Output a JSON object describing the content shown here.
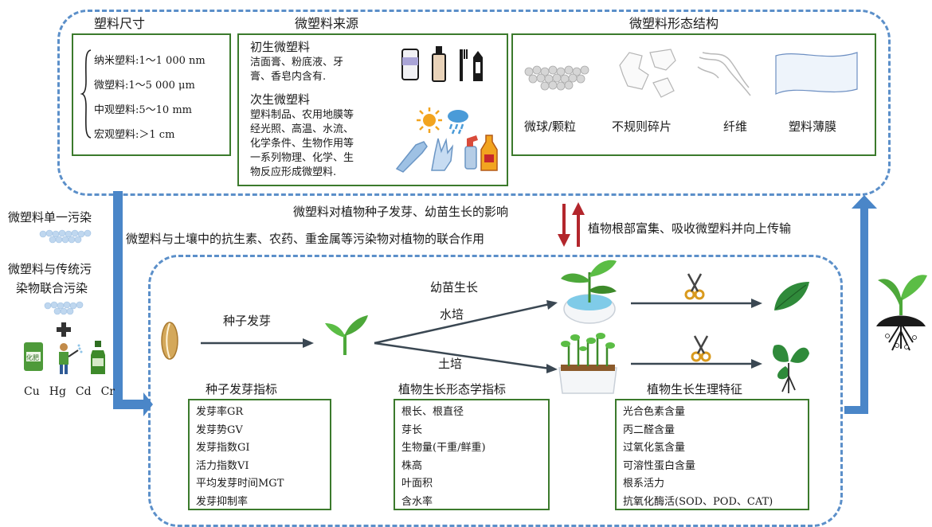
{
  "size": {
    "title": "塑料尺寸",
    "items": [
      "纳米塑料:1～1 000 nm",
      "微塑料:1～5 000 μm",
      "中观塑料:5～10 mm",
      "宏观塑料:＞1 cm"
    ]
  },
  "source": {
    "title": "微塑料来源",
    "primary_title": "初生微塑料",
    "primary_lines": [
      "洁面膏、粉底液、牙",
      "膏、香皂内含有."
    ],
    "secondary_title": "次生微塑料",
    "secondary_lines": [
      "塑料制品、农用地膜等",
      "经光照、高温、水流、",
      "化学条件、生物作用等",
      "一系列物理、化学、生",
      "物反应形成微塑料."
    ]
  },
  "morphology": {
    "title": "微塑料形态结构",
    "items": [
      "微球/颗粒",
      "不规则碎片",
      "纤维",
      "塑料薄膜"
    ]
  },
  "left_panel": {
    "single": "微塑料单一污染",
    "combined_lines": [
      "微塑料与传统污",
      "染物联合污染"
    ],
    "metals": [
      "Cu",
      "Hg",
      "Cd",
      "Cr"
    ],
    "fertilizer_label": "化肥"
  },
  "center": {
    "effect_line1": "微塑料对植物种子发芽、幼苗生长的影响",
    "effect_line2": "微塑料与土壤中的抗生素、农药、重金属等污染物对植物的联合作用",
    "uptake": "植物根部富集、吸收微塑料并向上传输"
  },
  "process": {
    "germination": "种子发芽",
    "seedling": "幼苗生长",
    "hydroponic": "水培",
    "soil": "土培"
  },
  "germ_indicators": {
    "title": "种子发芽指标",
    "items": [
      "发芽率GR",
      "发芽势GV",
      "发芽指数GI",
      "活力指数VI",
      "平均发芽时间MGT",
      "发芽抑制率"
    ]
  },
  "morph_indicators": {
    "title": "植物生长形态学指标",
    "items": [
      "根长、根直径",
      "芽长",
      "生物量(干重/鲜重)",
      "株高",
      "叶面积",
      "含水率"
    ]
  },
  "physio": {
    "title": "植物生长生理特征",
    "items": [
      "光合色素含量",
      "丙二醛含量",
      "过氧化氢含量",
      "可溶性蛋白含量",
      "根系活力",
      "抗氧化酶活(SOD、POD、CAT)"
    ]
  },
  "colors": {
    "dash": "#5b8fc9",
    "box_border": "#3b7a2c",
    "flow_arrow": "#4a86c8",
    "red_arrow": "#b3262c",
    "dark_arrow": "#3a4752"
  }
}
